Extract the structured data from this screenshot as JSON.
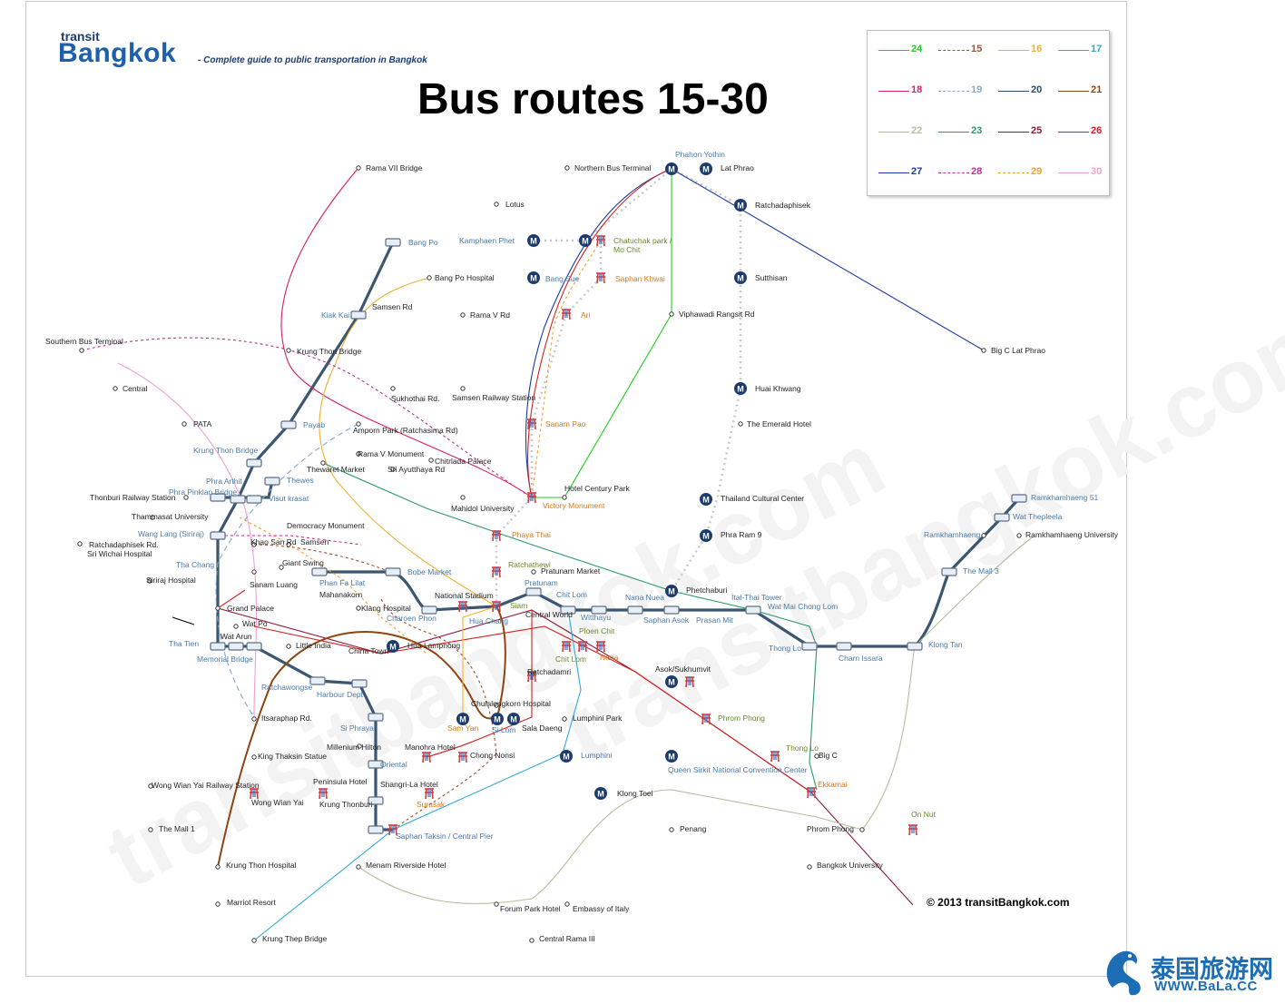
{
  "logo": {
    "top": "transit",
    "main": "Bangkok",
    "tagline": "- Complete guide to public transportation in Bangkok"
  },
  "title": "Bus routes 15-30",
  "legend": [
    {
      "label": "24",
      "color": "#22cc22",
      "style": "solid"
    },
    {
      "label": "15",
      "color": "#a0522d",
      "style": "dashed"
    },
    {
      "label": "16",
      "color": "#f0b030",
      "style": "solid"
    },
    {
      "label": "17",
      "color": "#30a8d8",
      "style": "solid"
    },
    {
      "label": "18",
      "color": "#d81e6a",
      "style": "solid"
    },
    {
      "label": "19",
      "color": "#80a8d0",
      "style": "dashed"
    },
    {
      "label": "20",
      "color": "#2e4a6a",
      "style": "solid"
    },
    {
      "label": "21",
      "color": "#8b4513",
      "style": "solid"
    },
    {
      "label": "22",
      "color": "#b8bc9a",
      "style": "solid"
    },
    {
      "label": "23",
      "color": "#2a9a6a",
      "style": "solid"
    },
    {
      "label": "25",
      "color": "#8b1a3a",
      "style": "solid"
    },
    {
      "label": "26",
      "color": "#d42020",
      "style": "solid"
    },
    {
      "label": "27",
      "color": "#1a3aa0",
      "style": "solid"
    },
    {
      "label": "28",
      "color": "#c03090",
      "style": "dashed"
    },
    {
      "label": "29",
      "color": "#f0a030",
      "style": "dashed"
    },
    {
      "label": "30",
      "color": "#f0a0d0",
      "style": "solid"
    }
  ],
  "places": [
    "Rama VII Bridge",
    "Northern Bus Terminal",
    "Phahon Yothin",
    "Lat Phrao",
    "Lotus",
    "Ratchadaphisek",
    "Kamphaen Phet",
    "Chatuchak park /",
    "Mo Chit",
    "Bang Po",
    "Bang Po Hospital",
    "Bang Sue",
    "Saphan Khwai",
    "Sutthisan",
    "Samsen Rd",
    "Kiak Kai",
    "Rama V Rd",
    "Ari",
    "Viphawadi Rangsit Rd",
    "Southern Bus Terminal",
    "Krung Thon Bridge",
    "Big C Lat Phrao",
    "Central",
    "Sukhothai Rd.",
    "Samsen Railway Station",
    "Huai Khwang",
    "PATA",
    "Payab",
    "Amporn Park (Ratchasima Rd)",
    "The Emerald Hotel",
    "Sanam Pao",
    "Krung Thon Bridge",
    "Rama V Monument",
    "Chitrlada Palace",
    "Thewes",
    "Phra Arthit",
    "Thewaret Market",
    "Sri Ayutthaya Rd",
    "Hotel Century Park",
    "Phra Pinklao Bridge",
    "Thonburi Railway Station",
    "Visut krasat",
    "Victory Monument",
    "Thailand Cultural Center",
    "Mahidol University",
    "Ramkhamhaeng 51",
    "Thammasat University",
    "Democracy Monument",
    "Wat Thepleela",
    "Wang Lang (Siriraj)",
    "Phaya Thai",
    "Ramkhamhaeng",
    "Ramkhamhaeng University",
    "Ratchadaphisek Rd.",
    "Khao San Rd",
    "Samsen",
    "Phra Ram 9",
    "Sri Wichai Hospital",
    "Giant Swing",
    "Tha Chang",
    "Bobe Market",
    "Ratchathewi",
    "Pratunam Market",
    "The Mall 3",
    "Siriraj Hospital",
    "Sanam Luang",
    "Phan Fa Lilat",
    "Mahanakorn",
    "Pratunam",
    "Phetchaburi",
    "National Stadium",
    "Chit Lom",
    "Nana Nuea",
    "Ital-Thai Tower",
    "Grand Palace",
    "Klang Hospital",
    "Siam",
    "Wat Mai Chong Lom",
    "Charoen Phon",
    "Central World",
    "Witthayu",
    "Hua Chang",
    "Saphan Asok",
    "Prasan Mit",
    "Wat Po",
    "Ploen Chit",
    "Wat Arun",
    "Tha Tien",
    "Little India",
    "Hua Lamphong",
    "Thong Lo",
    "Klong Tan",
    "Memorial Bridge",
    "China Town",
    "Chit Lom",
    "Nana",
    "Charn Issara",
    "Asok/Sukhumvit",
    "Ratchadamri",
    "Ratchawongse",
    "Harbour Dept",
    "Chulalongkorn Hospital",
    "Phrom Phong",
    "Lumphini Park",
    "Itsaraphap Rd.",
    "Sam Yan",
    "Si Lom",
    "Sala Daeng",
    "Si Phraya",
    "Millenium Hilton",
    "Manohra Hotel",
    "King Thaksin Statue",
    "Chong Nonsi",
    "Lumphini",
    "Oriental",
    "Thong Lo",
    "Big C",
    "Queen Sirkit National Convention Center",
    "Wong Wian Yai Railway Station",
    "Peninsula Hotel",
    "Shangri-La Hotel",
    "Ekkamai",
    "Wong Wian Yai",
    "Krung Thonburi",
    "Surasak",
    "Klong Toei",
    "On Nut",
    "The Mall 1",
    "Saphan Taksin / Central Pier",
    "Penang",
    "Phrom Phong",
    "Krung Thon Hospital",
    "Menam Riverside Hotel",
    "Bangkok University",
    "Marriot Resort",
    "Forum Park Hotel",
    "Embassy of Italy",
    "Krung Thep Bridge",
    "Central Rama III"
  ],
  "copyright": "© 2013 transitBangkok.com",
  "watermark": "transitbangkok.com",
  "site_badge": {
    "chinese": "泰国旅游网",
    "url": "WWW.BaLa.CC"
  }
}
